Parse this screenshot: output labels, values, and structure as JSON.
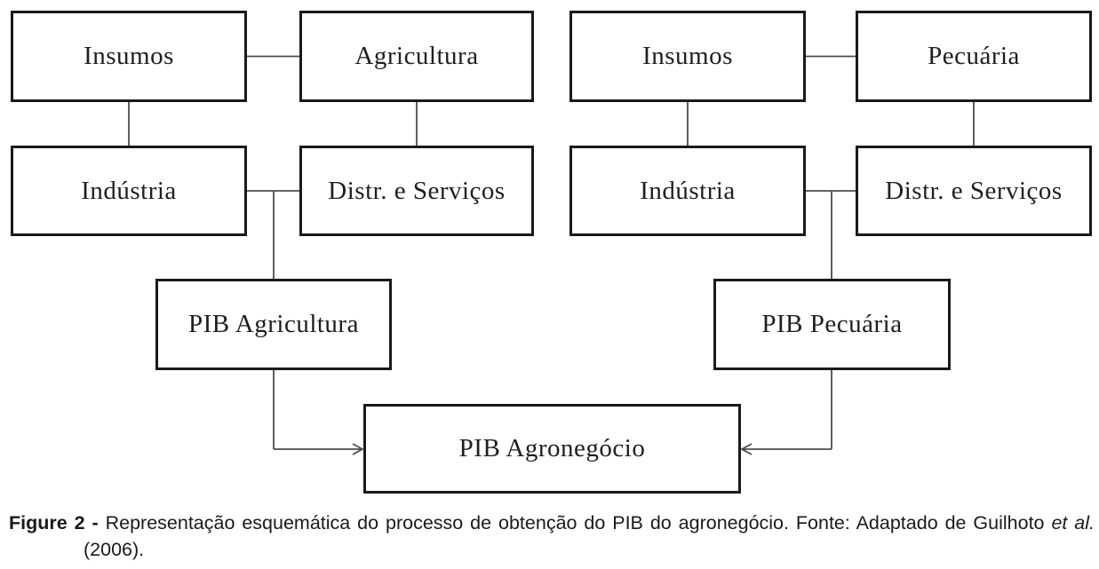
{
  "figure": {
    "nodes": [
      {
        "id": "insumos-left",
        "label": "Insumos"
      },
      {
        "id": "agricultura",
        "label": "Agricultura"
      },
      {
        "id": "insumos-right",
        "label": "Insumos"
      },
      {
        "id": "pecuaria",
        "label": "Pecuária"
      },
      {
        "id": "industria-left",
        "label": "Indústria"
      },
      {
        "id": "distr-servicos-left",
        "label": "Distr. e Serviços"
      },
      {
        "id": "industria-right",
        "label": "Indústria"
      },
      {
        "id": "distr-servicos-right",
        "label": "Distr. e Serviços"
      },
      {
        "id": "pib-agricultura",
        "label": "PIB Agricultura"
      },
      {
        "id": "pib-pecuaria",
        "label": "PIB Pecuária"
      },
      {
        "id": "pib-agronegocio",
        "label": "PIB Agronegócio"
      }
    ],
    "caption": {
      "label": "Figure 2 -",
      "body": "Representação esquemática do processo de obtenção do PIB do agronegócio. Fonte: Adaptado de Guilhoto",
      "italic_suffix": "et al.",
      "line2": "(2006)."
    },
    "colors": {
      "box_border": "#1a1a1a",
      "connector": "#4d4d4d",
      "text": "#1f1f1f",
      "background": "#ffffff"
    }
  }
}
